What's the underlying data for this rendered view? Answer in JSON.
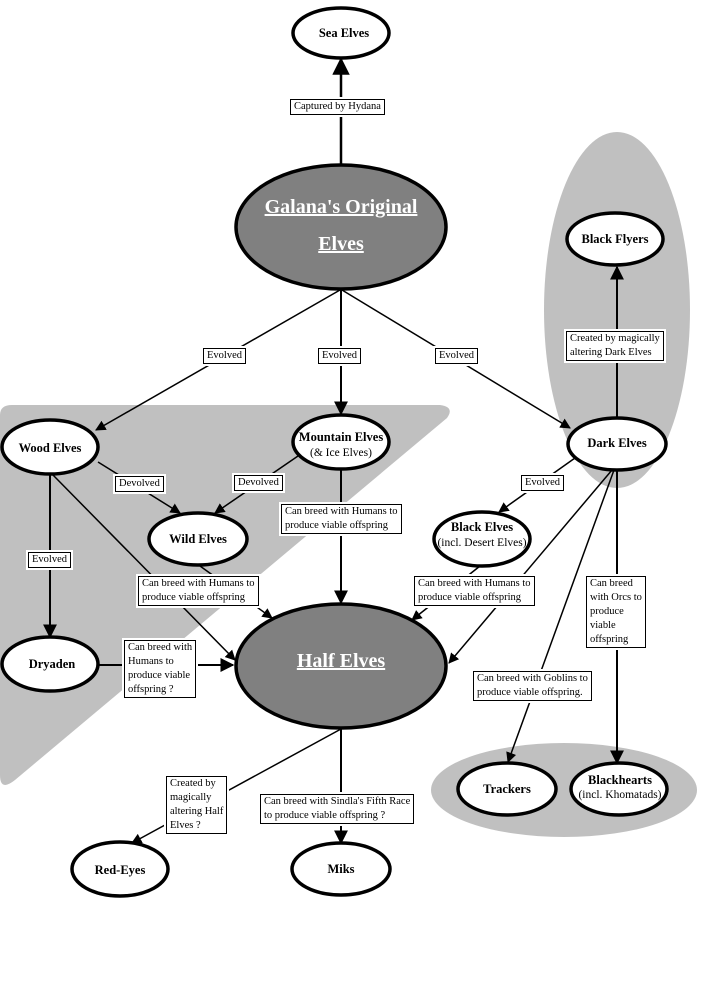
{
  "diagram": {
    "nodes": {
      "galana": {
        "title_line1": "Galana's Original",
        "title_line2": "Elves"
      },
      "sea_elves": {
        "title": "Sea Elves"
      },
      "black_flyers": {
        "title": "Black Flyers"
      },
      "wood_elves": {
        "title": "Wood Elves"
      },
      "mountain_elves": {
        "title": "Mountain Elves",
        "subtitle": "(& Ice Elves)"
      },
      "dark_elves": {
        "title": "Dark Elves"
      },
      "wild_elves": {
        "title": "Wild Elves"
      },
      "black_elves": {
        "title": "Black Elves",
        "subtitle": "(incl. Desert Elves)"
      },
      "dryaden": {
        "title": "Dryaden"
      },
      "half_elves": {
        "title": "Half Elves"
      },
      "trackers": {
        "title": "Trackers"
      },
      "blackhearts": {
        "title": "Blackhearts",
        "subtitle": "(incl. Khomatads)"
      },
      "red_eyes": {
        "title": "Red-Eyes"
      },
      "miks": {
        "title": "Miks"
      }
    },
    "edge_labels": {
      "captured": [
        "Captured by Hydana"
      ],
      "evolved_wood": [
        "Evolved"
      ],
      "evolved_mountain": [
        "Evolved"
      ],
      "evolved_dark": [
        "Evolved"
      ],
      "created_flyers": [
        "Created by magically",
        "altering Dark Elves"
      ],
      "devolved_wood": [
        "Devolved"
      ],
      "devolved_mountain": [
        "Devolved"
      ],
      "evolved_black": [
        "Evolved"
      ],
      "breed_mountain": [
        "Can breed with Humans to",
        "produce viable offspring"
      ],
      "evolved_dryaden": [
        "Evolved"
      ],
      "breed_wood": [
        "Can breed with Humans to",
        "produce viable offspring"
      ],
      "breed_black": [
        "Can breed with Humans to",
        "produce viable offspring"
      ],
      "breed_orcs": [
        "Can breed",
        "with Orcs to",
        "produce",
        "viable",
        "offspring"
      ],
      "breed_dryaden": [
        "Can breed with",
        "Humans to",
        "produce viable",
        "offspring  ?"
      ],
      "breed_goblins": [
        "Can breed with Goblins to",
        "produce viable offspring."
      ],
      "created_redeyes": [
        "Created by",
        "magically",
        "altering Half",
        "Elves  ?"
      ],
      "breed_sindla": [
        "Can breed with Sindla's Fifth Race",
        "to produce viable offspring  ?"
      ]
    },
    "colors": {
      "main_node_fill": "#808080",
      "minor_node_fill": "#ffffff",
      "group_region": "#c0c0c0",
      "line": "#000000"
    }
  }
}
